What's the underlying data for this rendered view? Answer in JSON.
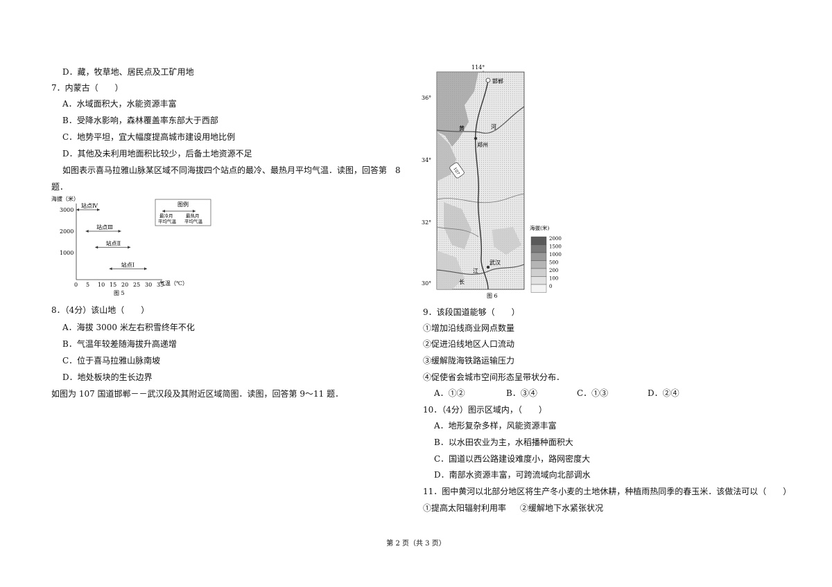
{
  "left": {
    "l1": "D．藏，牧草地、居民点及工矿用地",
    "q7": "7．内蒙古（　　）",
    "q7a": "A．水域面积大，水能资源丰富",
    "q7b": "B．受降水影响，森林覆盖率东部大于西部",
    "q7c": "C．地势平坦，宜大幅度提高城市建设用地比例",
    "q7d": "D．其他及未利用地面积比较少，后备土地资源不足",
    "intro8a": "如图表示喜马拉雅山脉某区域不同海拔四个站点的最冷、最热月平均气温．读图，回答第　8",
    "intro8b": "题．",
    "q8": "8．（4分）该山地（　　）",
    "q8a": "A．海拔 3000 米左右积雪终年不化",
    "q8b": "B．气温年较差随海拔升高递增",
    "q8c": "C．位于喜马拉雅山脉南坡",
    "q8d": "D．地处板块的生长边界",
    "intro9": "如图为 107 国道邯郸－－武汉段及其附近区域简图．读图，回答第 9～11 题．"
  },
  "fig5": {
    "ylabel": "海拔（米）",
    "xlabel": "气温（℃）",
    "caption": "图 5",
    "yticks": [
      "3000",
      "2000",
      "1000"
    ],
    "xticks": [
      "0",
      "5",
      "10",
      "15",
      "20",
      "25",
      "30",
      "35"
    ],
    "legend_title": "图例",
    "legend_cold": "最冷月",
    "legend_cold2": "平均气温",
    "legend_hot": "最热月",
    "legend_hot2": "平均气温",
    "stations": [
      {
        "name": "站点Ⅳ",
        "altitude": 3000,
        "cold": 0,
        "hot": 10
      },
      {
        "name": "站点Ⅲ",
        "altitude": 2000,
        "cold": 4,
        "hot": 19
      },
      {
        "name": "站点Ⅱ",
        "altitude": 1250,
        "cold": 8,
        "hot": 23
      },
      {
        "name": "站点Ⅰ",
        "altitude": 250,
        "cold": 14,
        "hot": 30
      }
    ]
  },
  "fig6": {
    "lon": "114°",
    "lat36": "36°",
    "lat34": "34°",
    "lat32": "32°",
    "lat30": "30°",
    "handan": "邯郸",
    "zhengzhou": "郑州",
    "wuhan": "武汉",
    "river1": "黄",
    "river2": "河",
    "yangtze1": "江",
    "yangtze2": "长",
    "road": "107",
    "caption": "图 6",
    "legend_title": "海拔(米)",
    "legend_values": [
      "2000",
      "1500",
      "1000",
      "500",
      "200",
      "100",
      "0"
    ],
    "legend_colors": [
      "#5a5a5a",
      "#7a7a7a",
      "#999999",
      "#b5b5b5",
      "#cfcfcf",
      "#e2e2e2",
      "#f4f4f4"
    ]
  },
  "right": {
    "q9": "9．该段国道能够（　　）",
    "q9_1": "①增加沿线商业网点数量",
    "q9_2": "②促进沿线地区人口流动",
    "q9_3": "③缓解陇海铁路运输压力",
    "q9_4": "④促使省会城市空间形态呈带状分布．",
    "q9a": "A．①②",
    "q9b": "B．③④",
    "q9c": "C．①③",
    "q9d": "D．②④",
    "q10": "10．（4分）图示区域内，（　　）",
    "q10a": "A．地形复杂多样，风能资源丰富",
    "q10b": "B．以水田农业为主，水稻播种面积大",
    "q10c": "C．国道以西公路建设难度小，路网密度大",
    "q10d": "D．南部水资源丰富，可跨流域向北部调水",
    "q11": "11．图中黄河以北部分地区将生产冬小麦的土地休耕，种植雨热同季的春玉米．该做法可以（　　）",
    "q11_1": "①提高太阳辐射利用率",
    "q11_2": "②缓解地下水紧张状况"
  },
  "footer": "第 2 页（共 3 页）"
}
